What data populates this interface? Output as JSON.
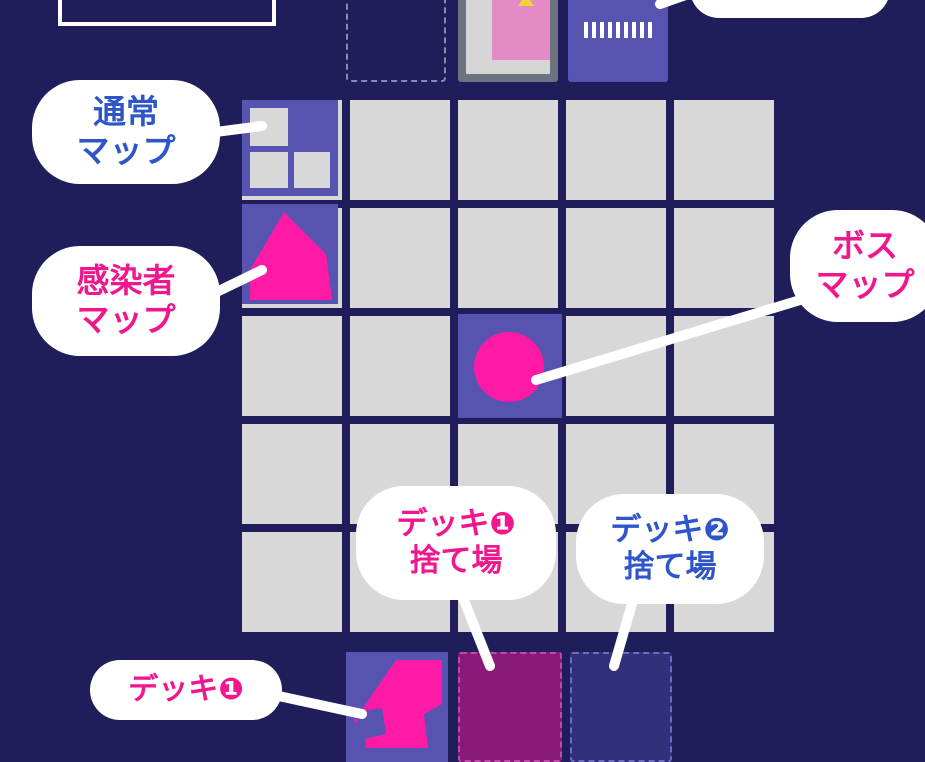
{
  "labels": {
    "normal_map": "通常\nマップ",
    "infected_map": "感染者\nマップ",
    "boss_map": "ボス\nマップ",
    "deck1_discard": "デッキ❶\n捨て場",
    "deck2_discard": "デッキ❷\n捨て場",
    "deck1": "デッキ❶"
  },
  "grid": {
    "rows": 5,
    "cols": 5
  },
  "colors": {
    "background": "#1f1e5a",
    "cell": "#d8d8d8",
    "map_cell": "#5654b0",
    "pink": "#ff1aa6",
    "label_blue": "#2f56c8",
    "label_pink": "#f0168e"
  },
  "icons": {
    "normal_map": "squares-icon",
    "infected_map": "pentagon-icon",
    "boss_map": "circle-icon",
    "deck1": "deck-card-icon"
  }
}
